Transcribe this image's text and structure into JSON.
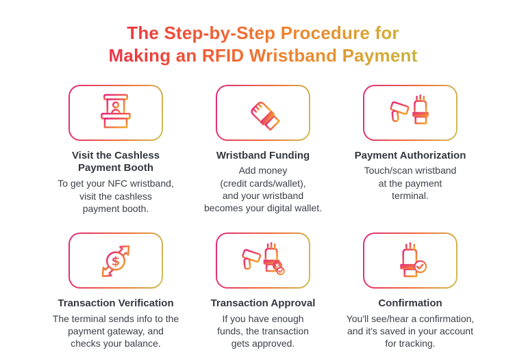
{
  "title": "The Step-by-Step Procedure for\nMaking an RFID Wristband Payment",
  "colors": {
    "title_gradient": [
      "#ed1e79",
      "#ee3a3c",
      "#f1802c",
      "#d2ac36",
      "#90c963"
    ],
    "card_border_gradient": [
      "#e0277d",
      "#ef6c35",
      "#cdc052"
    ],
    "icon_gradient_start": "#e6247f",
    "icon_gradient_end": "#f5a623",
    "heading_text": "#33383d",
    "body_text": "#3b4045",
    "background": "#ffffff"
  },
  "steps": [
    {
      "icon": "payment-booth-icon",
      "title": "Visit the Cashless\nPayment Booth",
      "description": "To get your NFC wristband,\nvisit the cashless\npayment booth."
    },
    {
      "icon": "wristband-hand-icon",
      "title": "Wristband Funding",
      "description": "Add money\n(credit cards/wallet),\nand your wristband\nbecomes your digital wallet."
    },
    {
      "icon": "scan-wristband-icon",
      "title": "Payment Authorization",
      "description": "Touch/scan wristband\nat the payment\nterminal."
    },
    {
      "icon": "currency-exchange-icon",
      "title": "Transaction Verification",
      "description": "The terminal sends info to the\npayment gateway, and\nchecks your balance."
    },
    {
      "icon": "approval-scan-icon",
      "title": "Transaction Approval",
      "description": "If you have enough\nfunds, the transaction\ngets approved."
    },
    {
      "icon": "confirmation-hand-icon",
      "title": "Confirmation",
      "description": "You'll see/hear a confirmation,\nand it's saved in your account\nfor tracking."
    }
  ]
}
